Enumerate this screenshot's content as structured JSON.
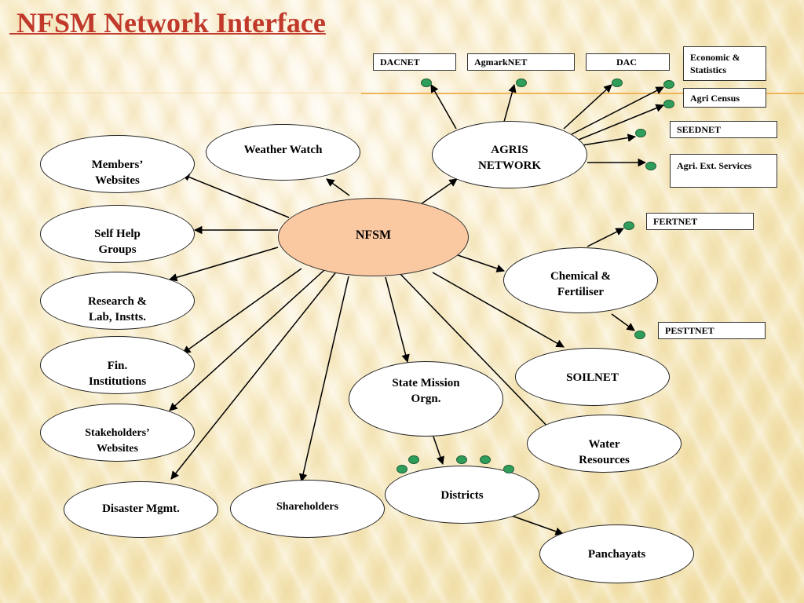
{
  "title": " NFSM Network Interface",
  "center": {
    "label": "NFSM"
  },
  "left_nodes": {
    "members": "Members’\nWebsites",
    "shg": "Self Help\nGroups",
    "research": "Research &\nLab, Instts.",
    "fin": "Fin.\nInstitutions",
    "stakeholders": "Stakeholders’\nWebsites",
    "disaster": "Disaster Mgmt."
  },
  "top_nodes": {
    "weather": "Weather Watch",
    "agris": "AGRIS\nNETWORK"
  },
  "bottom_nodes": {
    "shareholders": "Shareholders",
    "state_mission": "State Mission\nOrgn.",
    "districts": "Districts",
    "panchayats": "Panchayats"
  },
  "right_nodes": {
    "chemical": "Chemical &\nFertiliser",
    "soilnet": "SOILNET",
    "water": "Water\nResources"
  },
  "boxes": {
    "dacnet": "DACNET",
    "agmarknet": "AgmarkNET",
    "dac": "DAC",
    "economic": "Economic &\nStatistics",
    "agri_census": "Agri Census",
    "seednet": "SEEDNET",
    "agri_ext": "Agri. Ext. Services",
    "fertnet": "FERTNET",
    "pesttnet": "PESTTNET"
  },
  "colors": {
    "title": "#c0392b",
    "center_fill": "#fbc9a1",
    "dot_fill": "#2f9e5a",
    "accent_rule": "#f0b55a"
  }
}
